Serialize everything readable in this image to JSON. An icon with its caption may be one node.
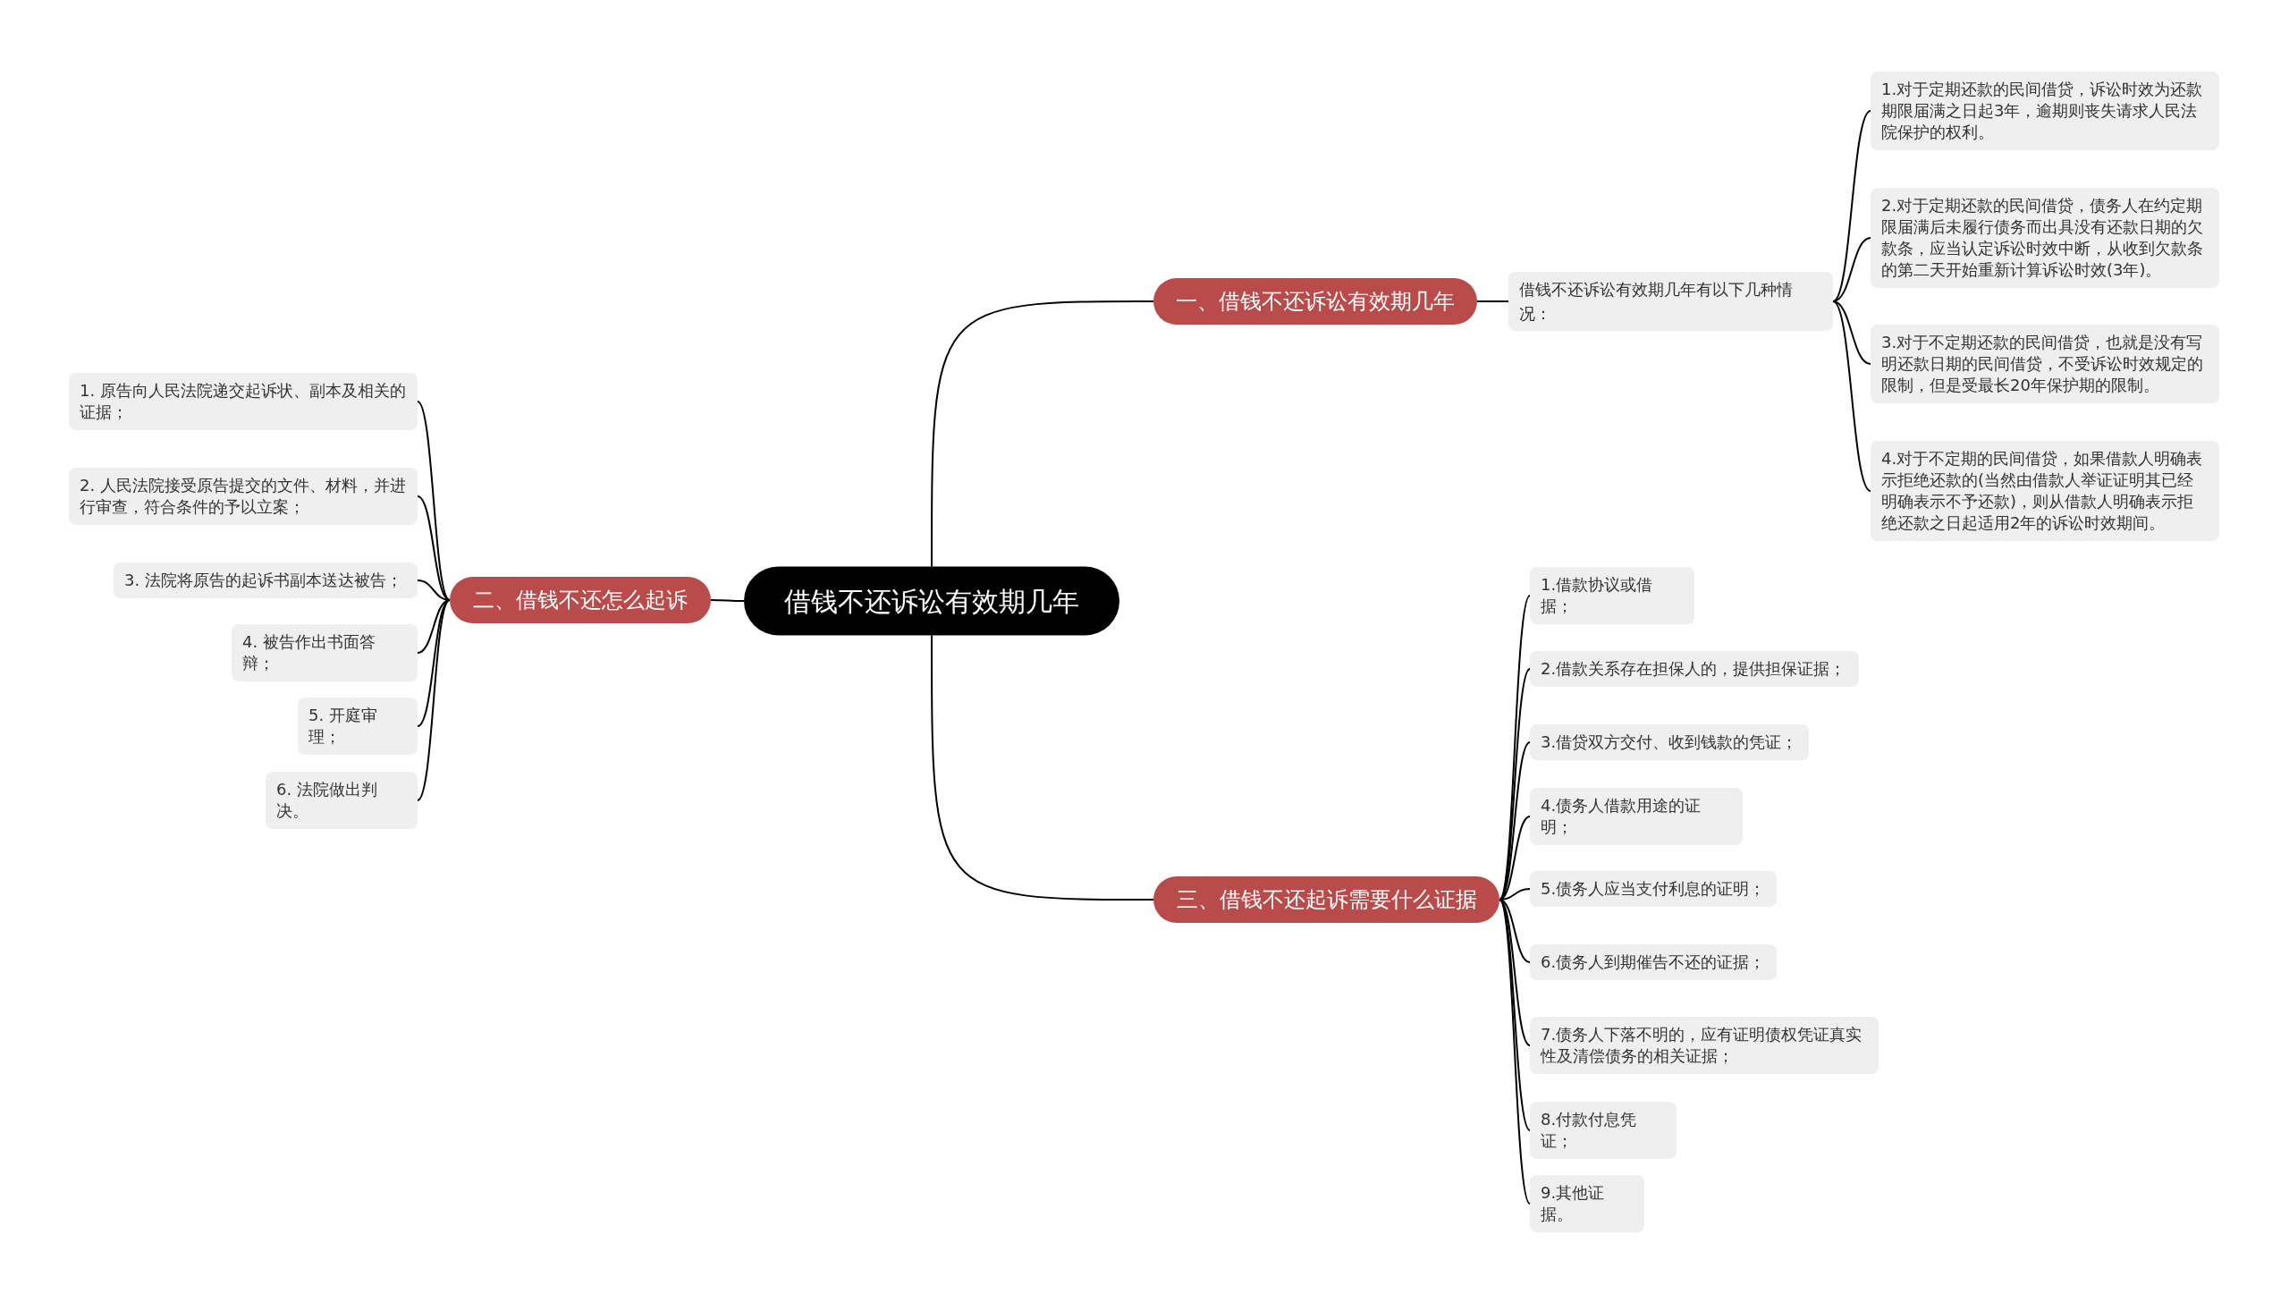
{
  "diagram": {
    "nodes": [
      {
        "text": [
          "借钱不还诉讼有效期几年"
        ]
      },
      {
        "text": [
          "一、借钱不还诉讼有效期几年"
        ]
      },
      {
        "text": [
          "借钱不还诉讼有效期几年有以下几种情况："
        ]
      },
      {
        "text": [
          "1.对于定期还款的民间借贷，诉讼时效为还款期限届满之日起3年，逾期则丧失请求人民法院保护的权利。"
        ]
      },
      {
        "text": [
          "2.对于定期还款的民间借贷，债务人在约定期限届满后未履行债务而出具没有还款日期的欠款条，应当认定诉讼时效中断，从收到欠款条的第二天开始重新计算诉讼时效(3年)。"
        ]
      },
      {
        "text": [
          "3.对于不定期还款的民间借贷，也就是没有写明还款日期的民间借贷，不受诉讼时效规定的限制，但是受最长20年保护期的限制。"
        ]
      },
      {
        "text": [
          "4.对于不定期的民间借贷，如果借款人明确表示拒绝还款的(当然由借款人举证证明其已经明确表示不予还款)，则从借款人明确表示拒绝还款之日起适用2年的诉讼时效期间。"
        ]
      },
      {
        "text": [
          "二、借钱不还怎么起诉"
        ]
      },
      {
        "text": [
          "1. 原告向人民法院递交起诉状、副本及相关的证据；"
        ]
      },
      {
        "text": [
          "2. 人民法院接受原告提交的文件、材料，并进行审查，符合条件的予以立案；"
        ]
      },
      {
        "text": [
          "3. 法院将原告的起诉书副本送达被告；"
        ]
      },
      {
        "text": [
          "4. 被告作出书面答辩；"
        ]
      },
      {
        "text": [
          "5. 开庭审理；"
        ]
      },
      {
        "text": [
          "6. 法院做出判决。"
        ]
      },
      {
        "text": [
          "三、借钱不还起诉需要什么证据"
        ]
      },
      {
        "text": [
          "1.借款协议或借据；"
        ]
      },
      {
        "text": [
          "2.借款关系存在担保人的，提供担保证据；"
        ]
      },
      {
        "text": [
          "3.借贷双方交付、收到钱款的凭证；"
        ]
      },
      {
        "text": [
          "4.债务人借款用途的证明；"
        ]
      },
      {
        "text": [
          "5.债务人应当支付利息的证明；"
        ]
      },
      {
        "text": [
          "6.债务人到期催告不还的证据；"
        ]
      },
      {
        "text": [
          "7.债务人下落不明的，应有证明债权凭证真实性及清偿债务的相关证据；"
        ]
      },
      {
        "text": [
          "8.付款付息凭证；"
        ]
      },
      {
        "text": [
          "9.其他证据。"
        ]
      }
    ],
    "edges": [
      {
        "from": 0,
        "to": 1,
        "arrow": "none"
      },
      {
        "from": 1,
        "to": 2,
        "arrow": "none"
      },
      {
        "from": 2,
        "to": 3,
        "arrow": "none"
      },
      {
        "from": 2,
        "to": 4,
        "arrow": "none"
      },
      {
        "from": 2,
        "to": 5,
        "arrow": "none"
      },
      {
        "from": 2,
        "to": 6,
        "arrow": "none"
      },
      {
        "from": 0,
        "to": 7,
        "arrow": "none"
      },
      {
        "from": 7,
        "to": 8,
        "arrow": "none"
      },
      {
        "from": 7,
        "to": 9,
        "arrow": "none"
      },
      {
        "from": 7,
        "to": 10,
        "arrow": "none"
      },
      {
        "from": 7,
        "to": 11,
        "arrow": "none"
      },
      {
        "from": 7,
        "to": 12,
        "arrow": "none"
      },
      {
        "from": 7,
        "to": 13,
        "arrow": "none"
      },
      {
        "from": 0,
        "to": 14,
        "arrow": "none"
      },
      {
        "from": 14,
        "to": 15,
        "arrow": "none"
      },
      {
        "from": 14,
        "to": 16,
        "arrow": "none"
      },
      {
        "from": 14,
        "to": 17,
        "arrow": "none"
      },
      {
        "from": 14,
        "to": 18,
        "arrow": "none"
      },
      {
        "from": 14,
        "to": 19,
        "arrow": "none"
      },
      {
        "from": 14,
        "to": 20,
        "arrow": "none"
      },
      {
        "from": 14,
        "to": 21,
        "arrow": "none"
      },
      {
        "from": 14,
        "to": 22,
        "arrow": "none"
      },
      {
        "from": 14,
        "to": 23,
        "arrow": "none"
      }
    ]
  }
}
